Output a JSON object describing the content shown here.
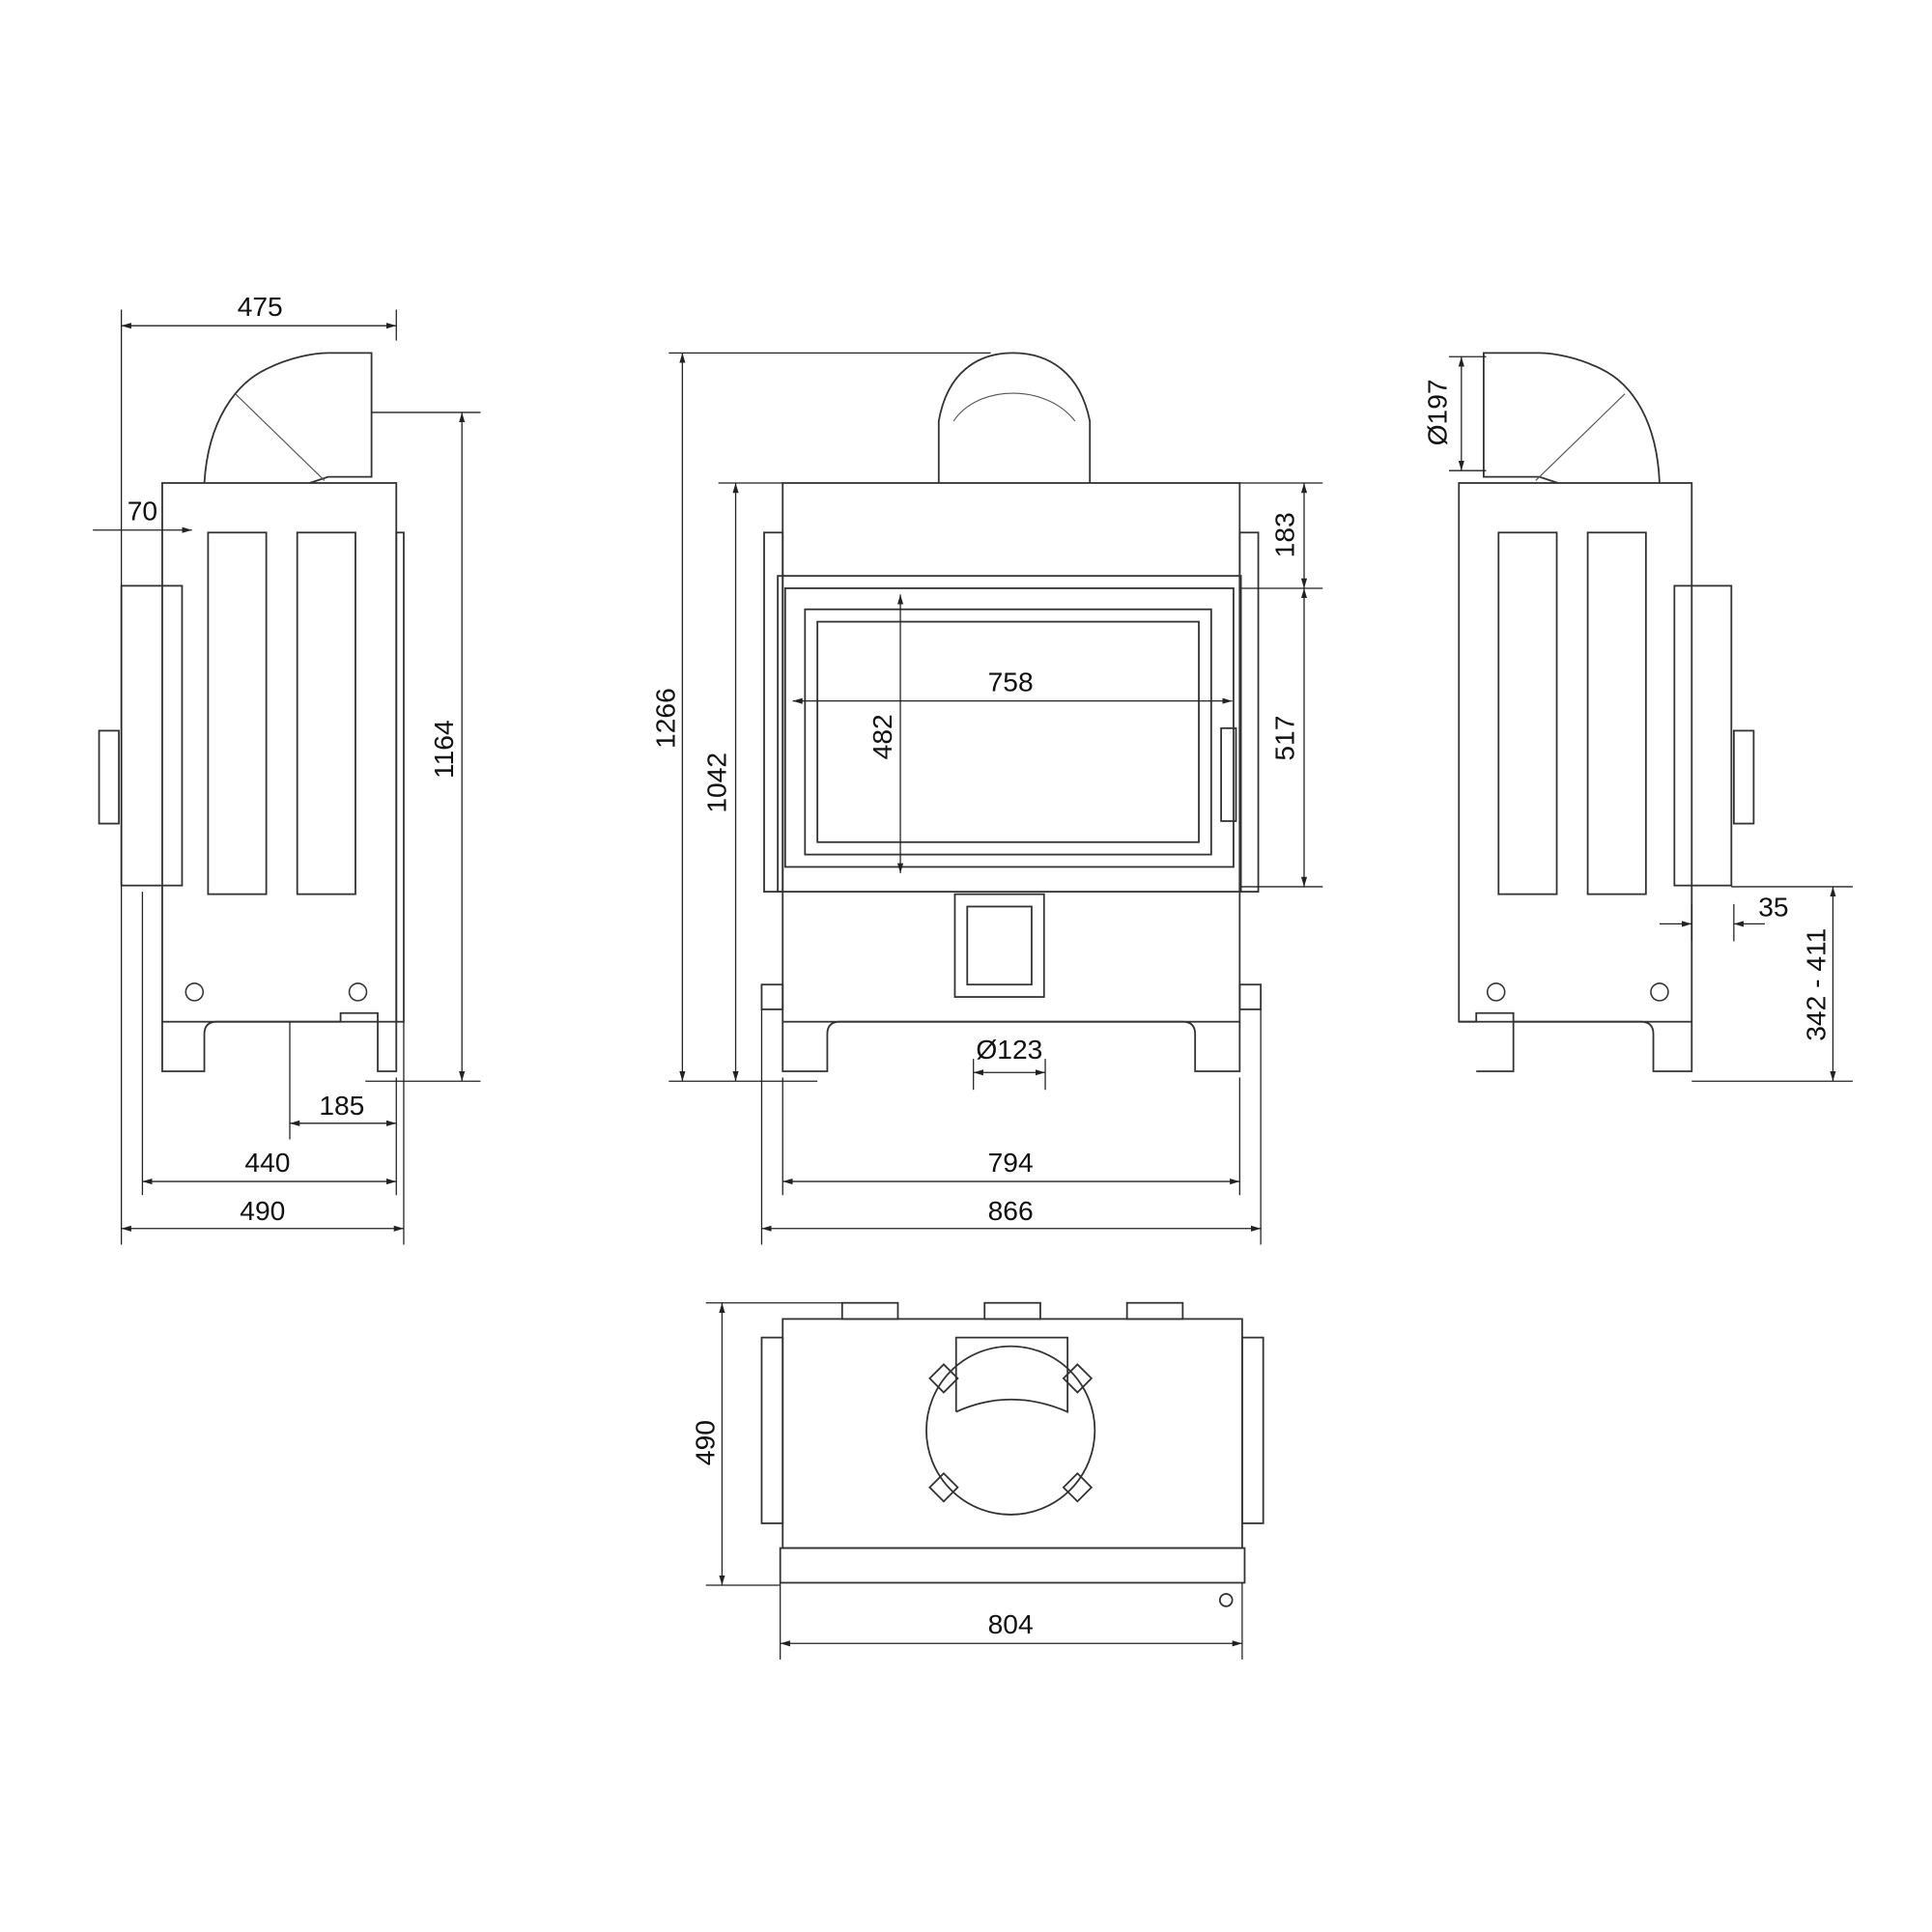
{
  "title": "Fireplace insert dimension drawing",
  "side_view_left": {
    "dims": {
      "depth_top": "475",
      "offset": "70",
      "height": "1164",
      "leg_offset": "185",
      "depth_mid": "440",
      "depth_total": "490"
    }
  },
  "front_view": {
    "dims": {
      "total_height": "1266",
      "body_height": "1042",
      "top_section": "183",
      "door_height": "517",
      "glass_width": "758",
      "glass_height": "482",
      "air_inlet": "Ø123",
      "body_width": "794",
      "total_width": "866"
    }
  },
  "side_view_right": {
    "dims": {
      "flue_diameter": "Ø197",
      "offset": "35",
      "height_range": "342 - 411"
    }
  },
  "top_view": {
    "dims": {
      "depth": "490",
      "width": "804"
    }
  },
  "colors": {
    "line": "#333333",
    "background": "#ffffff"
  }
}
